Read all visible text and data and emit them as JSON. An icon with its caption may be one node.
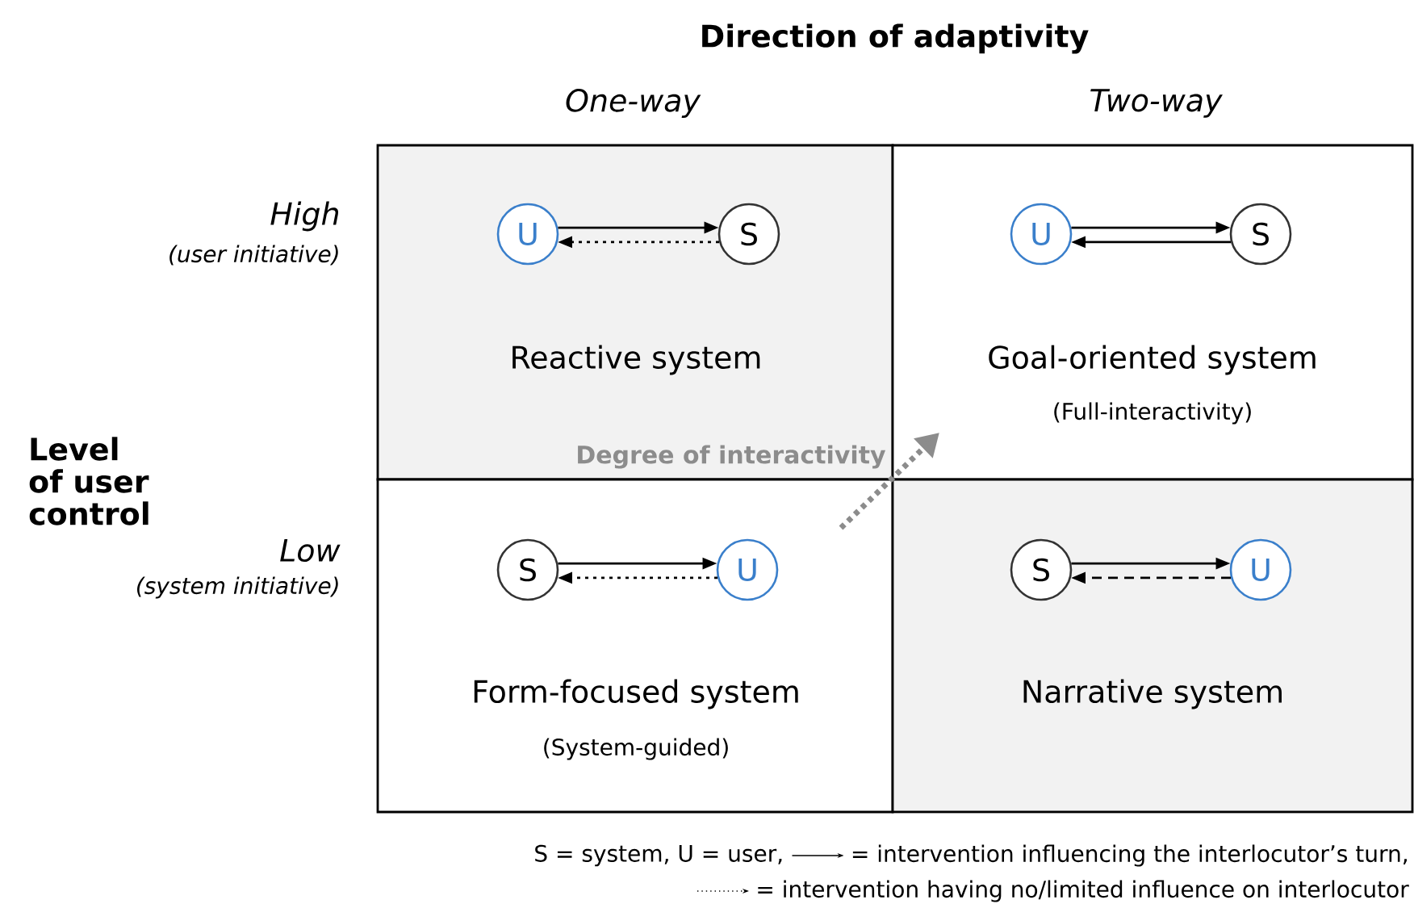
{
  "diagram": {
    "title": "Direction of adaptivity",
    "nodes": [
      {
        "text": [
          "Reactive system"
        ]
      },
      {
        "text": [
          "U"
        ],
        "in": 0
      },
      {
        "text": [
          "S"
        ],
        "in": 0
      },
      {
        "text": [
          "Goal-oriented system",
          "(Full-interactivity)"
        ]
      },
      {
        "text": [
          "U"
        ],
        "in": 3
      },
      {
        "text": [
          "S"
        ],
        "in": 3
      },
      {
        "text": [
          "Form-focused system",
          "(System-guided)"
        ]
      },
      {
        "text": [
          "S"
        ],
        "in": 6
      },
      {
        "text": [
          "U"
        ],
        "in": 6
      },
      {
        "text": [
          "Narrative system"
        ]
      },
      {
        "text": [
          "S"
        ],
        "in": 9
      },
      {
        "text": [
          "U"
        ],
        "in": 9
      }
    ],
    "edges": [
      {
        "from": 1,
        "to": 2,
        "arrow": "to"
      },
      {
        "from": 2,
        "to": 1,
        "arrow": "to",
        "style": "dashed"
      },
      {
        "from": 4,
        "to": 5,
        "arrow": "to"
      },
      {
        "from": 5,
        "to": 4,
        "arrow": "to"
      },
      {
        "from": 7,
        "to": 8,
        "arrow": "to"
      },
      {
        "from": 8,
        "to": 7,
        "arrow": "to",
        "style": "dashed"
      },
      {
        "from": 10,
        "to": 11,
        "arrow": "to"
      },
      {
        "from": 11,
        "to": 10,
        "arrow": "to",
        "style": "dashed"
      }
    ],
    "labels": [
      "One-way",
      "Two-way",
      "High",
      "(user initiative)",
      "Level of user control",
      "Degree of interactivity",
      "Low",
      "(system initiative)",
      "S = system, U = user,"
    ],
    "legend": [
      {
        "text": "= intervention influencing the interlocutor’s turn,"
      },
      {
        "text": "= intervention having no/limited influence on interlocutor"
      }
    ]
  }
}
